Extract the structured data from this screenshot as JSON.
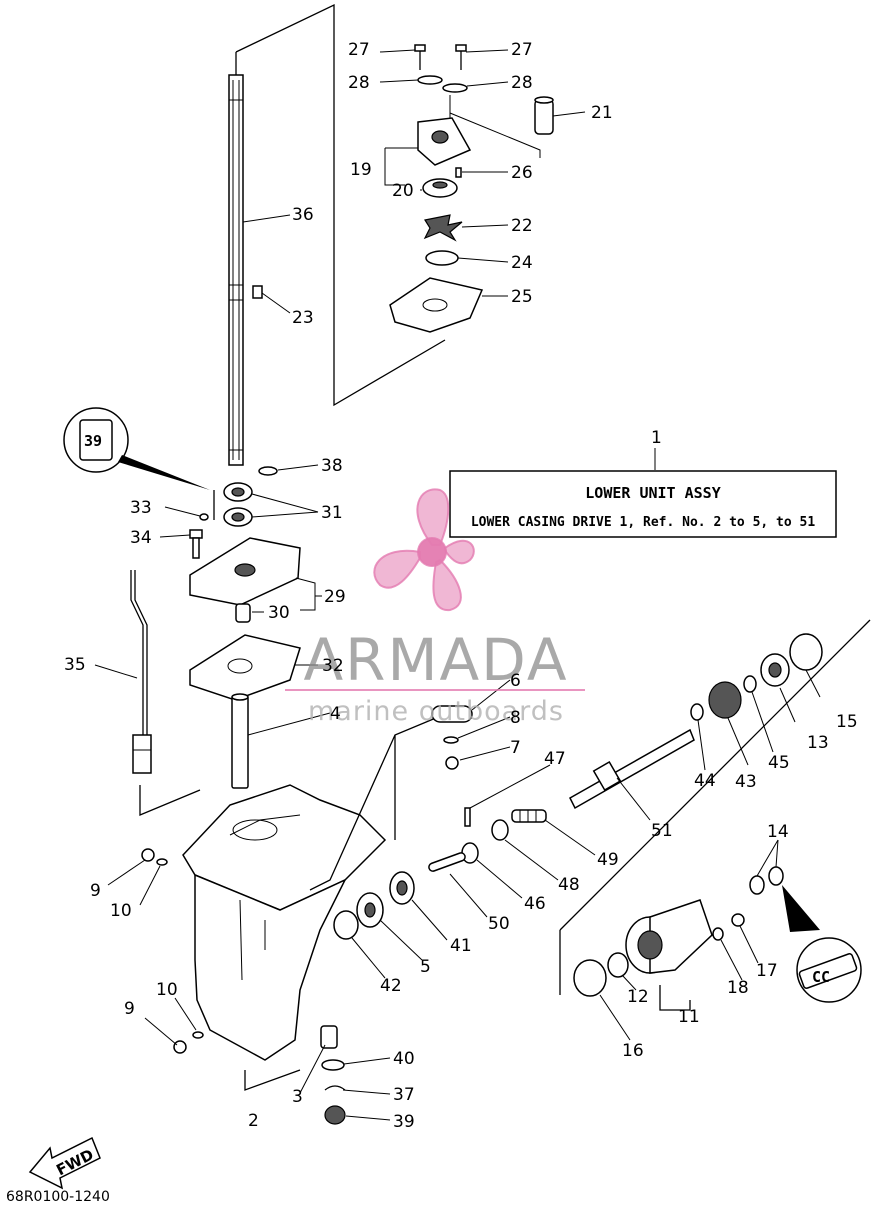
{
  "callouts": [
    {
      "id": "c27a",
      "text": "27"
    },
    {
      "id": "c27b",
      "text": "27"
    },
    {
      "id": "c28a",
      "text": "28"
    },
    {
      "id": "c28b",
      "text": "28"
    },
    {
      "id": "c21",
      "text": "21"
    },
    {
      "id": "c19",
      "text": "19"
    },
    {
      "id": "c26",
      "text": "26"
    },
    {
      "id": "c20",
      "text": "20"
    },
    {
      "id": "c36",
      "text": "36"
    },
    {
      "id": "c22",
      "text": "22"
    },
    {
      "id": "c24",
      "text": "24"
    },
    {
      "id": "c25",
      "text": "25"
    },
    {
      "id": "c23",
      "text": "23"
    },
    {
      "id": "c1",
      "text": "1"
    },
    {
      "id": "c38",
      "text": "38"
    },
    {
      "id": "c33",
      "text": "33"
    },
    {
      "id": "c31",
      "text": "31"
    },
    {
      "id": "c34",
      "text": "34"
    },
    {
      "id": "c29",
      "text": "29"
    },
    {
      "id": "c30",
      "text": "30"
    },
    {
      "id": "c35",
      "text": "35"
    },
    {
      "id": "c32",
      "text": "32"
    },
    {
      "id": "c15",
      "text": "15"
    },
    {
      "id": "c6",
      "text": "6"
    },
    {
      "id": "c4",
      "text": "4"
    },
    {
      "id": "c8",
      "text": "8"
    },
    {
      "id": "c13",
      "text": "13"
    },
    {
      "id": "c7",
      "text": "7"
    },
    {
      "id": "c45",
      "text": "45"
    },
    {
      "id": "c47",
      "text": "47"
    },
    {
      "id": "c43",
      "text": "43"
    },
    {
      "id": "c44",
      "text": "44"
    },
    {
      "id": "c51",
      "text": "51"
    },
    {
      "id": "c14",
      "text": "14"
    },
    {
      "id": "c49",
      "text": "49"
    },
    {
      "id": "c9a",
      "text": "9"
    },
    {
      "id": "c10a",
      "text": "10"
    },
    {
      "id": "c48",
      "text": "48"
    },
    {
      "id": "c46",
      "text": "46"
    },
    {
      "id": "c50",
      "text": "50"
    },
    {
      "id": "c41",
      "text": "41"
    },
    {
      "id": "c5",
      "text": "5"
    },
    {
      "id": "c17",
      "text": "17"
    },
    {
      "id": "c42",
      "text": "42"
    },
    {
      "id": "c18",
      "text": "18"
    },
    {
      "id": "c12",
      "text": "12"
    },
    {
      "id": "c10b",
      "text": "10"
    },
    {
      "id": "c9b",
      "text": "9"
    },
    {
      "id": "c11",
      "text": "11"
    },
    {
      "id": "c16",
      "text": "16"
    },
    {
      "id": "c40",
      "text": "40"
    },
    {
      "id": "c3",
      "text": "3"
    },
    {
      "id": "c37",
      "text": "37"
    },
    {
      "id": "c2",
      "text": "2"
    },
    {
      "id": "c39",
      "text": "39"
    }
  ],
  "assy_box": {
    "title": "LOWER UNIT ASSY",
    "subtitle": "LOWER CASING DRIVE 1,  Ref. No. 2 to 5, to 51"
  },
  "watermark": {
    "brand": "ARMADA",
    "tagline": "marine outboards",
    "color": "#e47bb0"
  },
  "fwd_label": "FWD",
  "sealant_labels": {
    "left": "39",
    "right": "CC"
  },
  "diagram_code": "68R0100-1240"
}
